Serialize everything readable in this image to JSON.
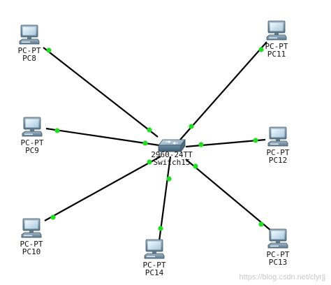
{
  "switch": {
    "model": "2960-24TT",
    "name": "Switch15",
    "icon": "switch-icon"
  },
  "pcs": [
    {
      "id": "pc8",
      "type": "PC-PT",
      "name": "PC8",
      "icon": "pc-icon"
    },
    {
      "id": "pc9",
      "type": "PC-PT",
      "name": "PC9",
      "icon": "pc-icon"
    },
    {
      "id": "pc10",
      "type": "PC-PT",
      "name": "PC10",
      "icon": "pc-icon"
    },
    {
      "id": "pc14",
      "type": "PC-PT",
      "name": "PC14",
      "icon": "pc-icon"
    },
    {
      "id": "pc13",
      "type": "PC-PT",
      "name": "PC13",
      "icon": "pc-icon"
    },
    {
      "id": "pc12",
      "type": "PC-PT",
      "name": "PC12",
      "icon": "pc-icon"
    },
    {
      "id": "pc11",
      "type": "PC-PT",
      "name": "PC11",
      "icon": "pc-icon"
    }
  ],
  "colors": {
    "cable": "#000000",
    "link_up": "#22dd22",
    "background": "#ffffff"
  },
  "watermark": "https://blog.csdn.net/clyrjj"
}
